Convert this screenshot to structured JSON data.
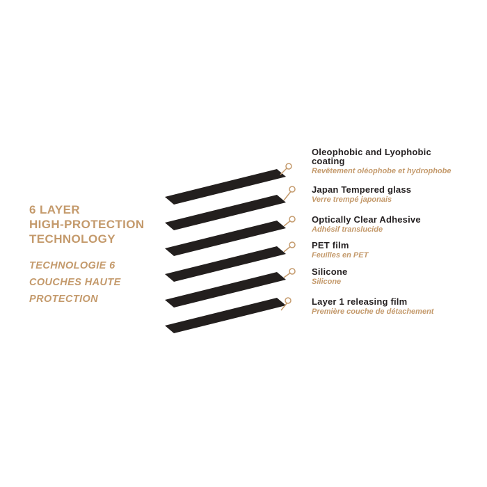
{
  "title": {
    "en_lines": [
      "6 LAYER",
      "HIGH-PROTECTION",
      "TECHNOLOGY"
    ],
    "fr_lines": [
      "TECHNOLOGIE 6",
      "COUCHES HAUTE",
      "PROTECTION"
    ]
  },
  "layers": [
    {
      "en": "Oleophobic and Lyophobic coating",
      "fr": "Revêtement oléophobe et hydrophobe"
    },
    {
      "en": "Japan Tempered glass",
      "fr": "Verre trempé japonais"
    },
    {
      "en": "Optically Clear Adhesive",
      "fr": "Adhésif translucide"
    },
    {
      "en": "PET film",
      "fr": "Feuilles en PET"
    },
    {
      "en": "Silicone",
      "fr": "Silicone"
    },
    {
      "en": "Layer 1 releasing film",
      "fr": "Première couche de détachement"
    }
  ],
  "colors": {
    "accent": "#c49a6c",
    "layer_fill": "#231f1e",
    "background": "#ffffff"
  }
}
